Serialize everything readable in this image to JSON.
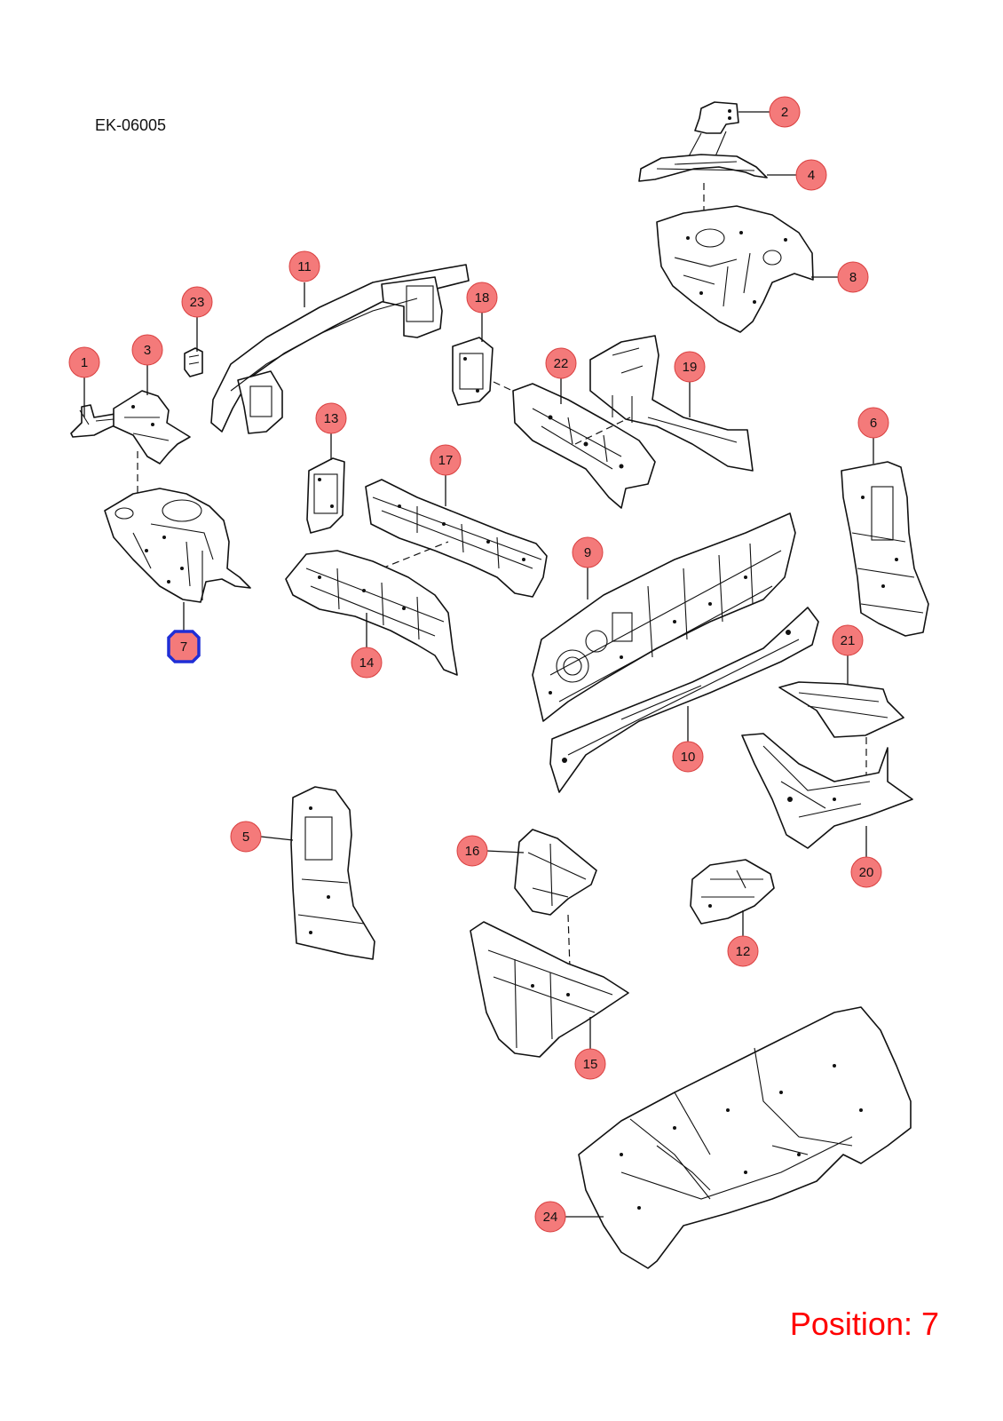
{
  "diagram_code": "EK-06005",
  "position_text": "Position: 7",
  "selected_position": "7",
  "colors": {
    "callout_fill": "#f47a7a",
    "callout_stroke": "#d94040",
    "selected_stroke": "#1f2ed6",
    "position_text": "#ff0000"
  },
  "callouts": [
    {
      "id": "1",
      "label": "1"
    },
    {
      "id": "2",
      "label": "2"
    },
    {
      "id": "3",
      "label": "3"
    },
    {
      "id": "4",
      "label": "4"
    },
    {
      "id": "5",
      "label": "5"
    },
    {
      "id": "6",
      "label": "6"
    },
    {
      "id": "7",
      "label": "7"
    },
    {
      "id": "8",
      "label": "8"
    },
    {
      "id": "9",
      "label": "9"
    },
    {
      "id": "10",
      "label": "10"
    },
    {
      "id": "11",
      "label": "11"
    },
    {
      "id": "12",
      "label": "12"
    },
    {
      "id": "13",
      "label": "13"
    },
    {
      "id": "14",
      "label": "14"
    },
    {
      "id": "15",
      "label": "15"
    },
    {
      "id": "16",
      "label": "16"
    },
    {
      "id": "17",
      "label": "17"
    },
    {
      "id": "18",
      "label": "18"
    },
    {
      "id": "19",
      "label": "19"
    },
    {
      "id": "20",
      "label": "20"
    },
    {
      "id": "21",
      "label": "21"
    },
    {
      "id": "22",
      "label": "22"
    },
    {
      "id": "23",
      "label": "23"
    },
    {
      "id": "24",
      "label": "24"
    }
  ]
}
